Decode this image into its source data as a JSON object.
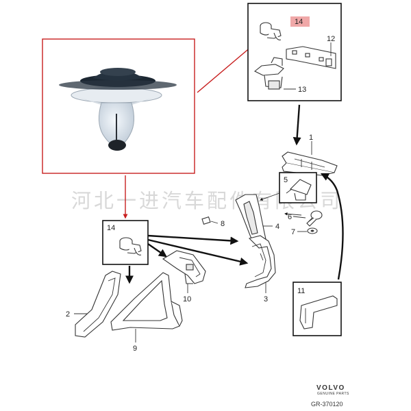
{
  "watermark": "河北一进汽车配件有限公司",
  "highlight_color": "#c81e1e",
  "highlight_fill": "#f0a8a8",
  "parts": {
    "p1": "1",
    "p2": "2",
    "p3": "3",
    "p4": "4",
    "p5": "5",
    "p6": "6",
    "p7": "7",
    "p8": "8",
    "p9": "9",
    "p10": "10",
    "p11": "11",
    "p12": "12",
    "p13": "13",
    "p14_top": "14",
    "p14_box": "14"
  },
  "brand": {
    "name": "VOLVO",
    "sub": "GENUINE PARTS",
    "ref": "GR-370120"
  }
}
